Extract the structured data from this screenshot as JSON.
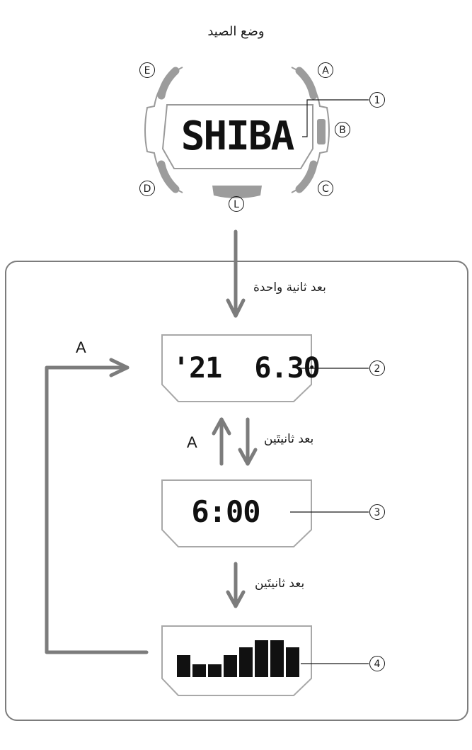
{
  "title": "وضع الصيد",
  "watch": {
    "display_text": "SHIBA",
    "buttons": {
      "A": "A",
      "B": "B",
      "C": "C",
      "D": "D",
      "E": "E",
      "L": "L"
    }
  },
  "transitions": {
    "after_one_second": "بعد ثانية واحدة",
    "after_two_seconds_1": "بعد ثانيتَين",
    "after_two_seconds_2": "بعد ثانيتَين",
    "button_a_left": "A",
    "button_a_mid": "A"
  },
  "screens": {
    "date": "'21  6.30",
    "time": "6:00",
    "graph_levels": [
      0.6,
      0.35,
      0.35,
      0.6,
      0.8,
      1.0,
      1.0,
      0.8
    ]
  },
  "callouts": [
    "1",
    "2",
    "3",
    "4"
  ],
  "colors": {
    "gray": "#8a8a8a",
    "light_gray": "#b8b8b8",
    "outline": "#9a9a9a",
    "frame": "#7c7c7c"
  }
}
